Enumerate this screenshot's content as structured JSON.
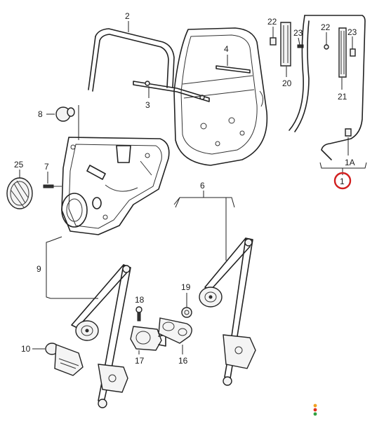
{
  "callouts": {
    "c2": "2",
    "c3": "3",
    "c4": "4",
    "c6": "6",
    "c7": "7",
    "c8": "8",
    "c9": "9",
    "c10": "10",
    "c16": "16",
    "c17": "17",
    "c18": "18",
    "c19": "19",
    "c20": "20",
    "c21": "21",
    "c22a": "22",
    "c22b": "22",
    "c23a": "23",
    "c23b": "23",
    "c25": "25",
    "c1A": "1A",
    "c1": "1"
  },
  "colors": {
    "highlight_ring": "#d11f1f",
    "status_dots": [
      "#f0a020",
      "#e03020",
      "#30a040"
    ]
  }
}
